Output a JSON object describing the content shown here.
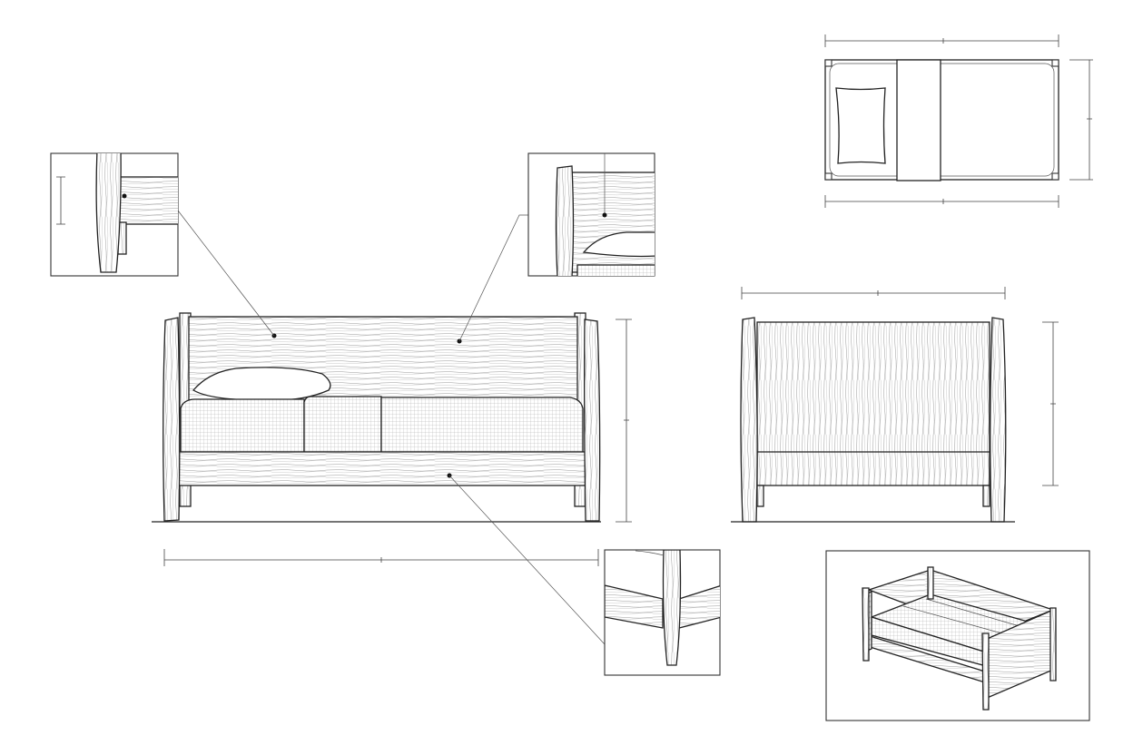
{
  "drawing": {
    "views": [
      "front-elevation",
      "side-elevation",
      "top-plan",
      "detail-top-left",
      "detail-top-right",
      "detail-bottom",
      "isometric-view"
    ],
    "colors": {
      "line": "#222222",
      "background": "#ffffff"
    }
  }
}
